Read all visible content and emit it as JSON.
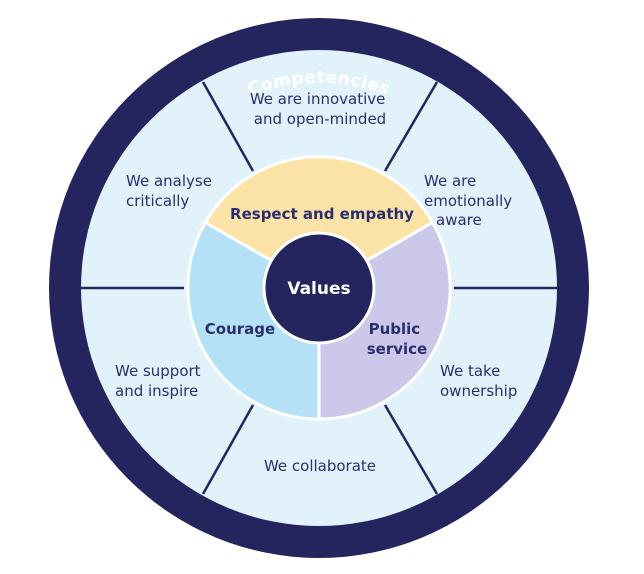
{
  "ring_title": "Competencies",
  "colors": {
    "ring": "#24255f",
    "outer_fill": "#e1f2fb",
    "divider": "#24255f",
    "respect": "#fbe3a7",
    "courage": "#b5e1f6",
    "public": "#cbc8e9",
    "center": "#24255f",
    "text": "#2b2e6e"
  },
  "competencies": [
    {
      "id": "innovative",
      "lines": [
        "We are innovative",
        "and open-minded"
      ]
    },
    {
      "id": "emotionally-aware",
      "lines": [
        "We are",
        "emotionally",
        "aware"
      ]
    },
    {
      "id": "ownership",
      "lines": [
        "We take",
        "ownership"
      ]
    },
    {
      "id": "collaborate",
      "lines": [
        "We collaborate"
      ]
    },
    {
      "id": "support-inspire",
      "lines": [
        "We support",
        "and inspire"
      ]
    },
    {
      "id": "analyse",
      "lines": [
        "We analyse",
        "critically"
      ]
    }
  ],
  "values": [
    {
      "id": "respect-empathy",
      "lines": [
        "Respect and empathy"
      ]
    },
    {
      "id": "courage",
      "lines": [
        "Courage"
      ]
    },
    {
      "id": "public-service",
      "lines": [
        "Public",
        "service"
      ]
    }
  ],
  "center_label": "Values"
}
